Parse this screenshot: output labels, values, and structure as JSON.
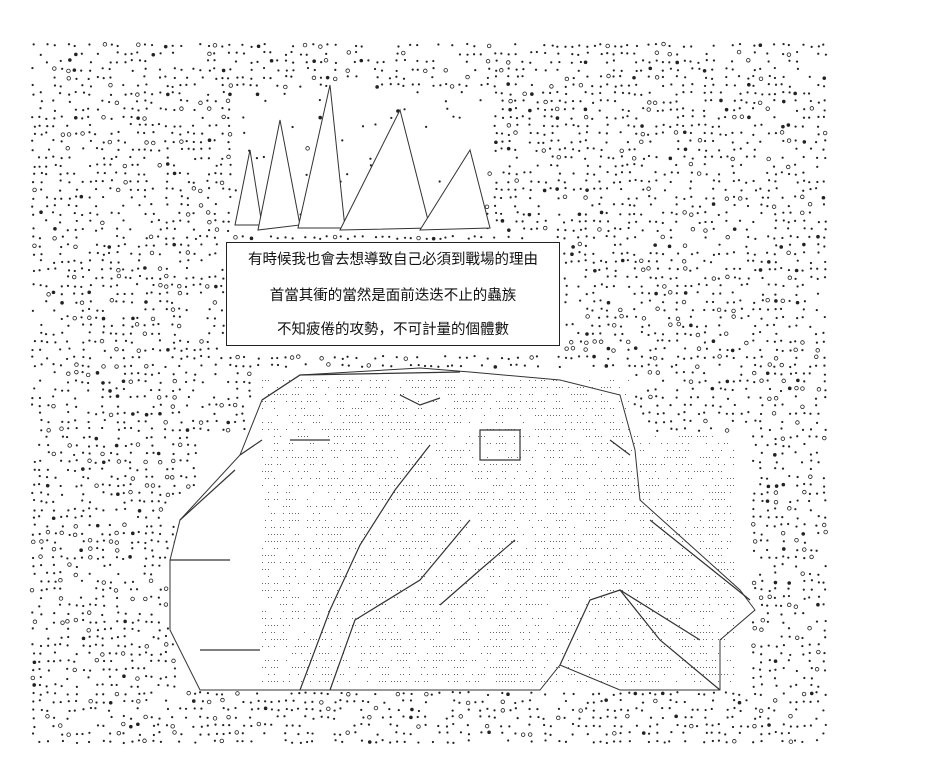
{
  "caption": {
    "line1": "有時候我也會去想導致自己必須到戰場的理由",
    "line2": "首當其衝的當然是面前迭迭不止的蟲族",
    "line3": "不知疲倦的攻勢，不可計量的個體數"
  },
  "colors": {
    "background": "#ffffff",
    "ink": "#222222"
  }
}
